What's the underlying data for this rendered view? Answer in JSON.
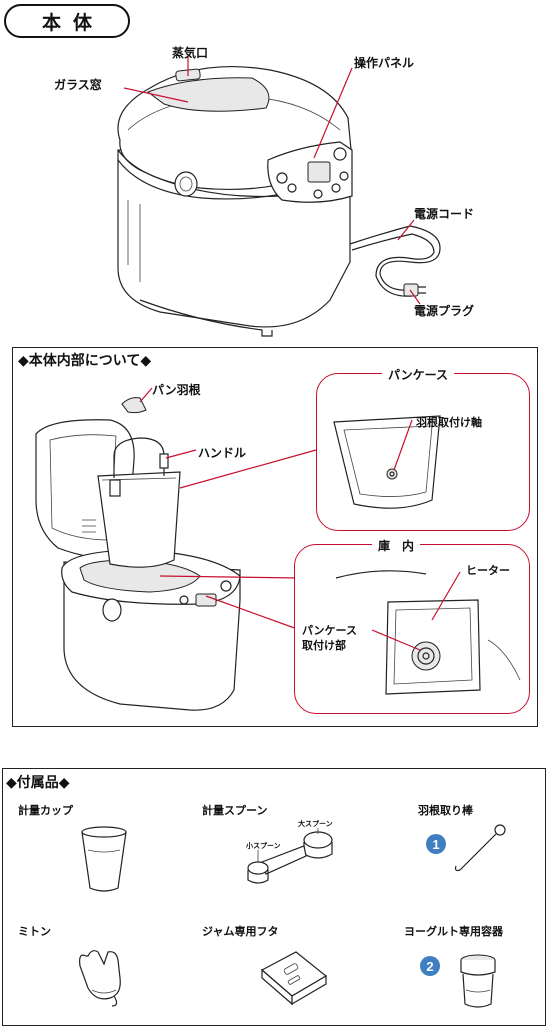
{
  "main": {
    "title": "本体",
    "labels": {
      "steam_vent": "蒸気口",
      "glass_window": "ガラス窓",
      "control_panel": "操作パネル",
      "power_cord": "電源コード",
      "power_plug": "電源プラグ"
    }
  },
  "interior": {
    "heading": "◆本体内部について◆",
    "blade": "パン羽根",
    "handle": "ハンドル",
    "pan_case_callout": {
      "title": "パンケース",
      "shaft": "羽根取付け軸"
    },
    "chamber_callout": {
      "title": "庫　内",
      "heater": "ヒーター",
      "mount_line1": "パンケース",
      "mount_line2": "取付け部"
    }
  },
  "accessories": {
    "heading": "◆付属品◆",
    "items": [
      {
        "name": "計量カップ"
      },
      {
        "name": "計量スプーン",
        "sub_large": "大スプーン",
        "sub_small": "小スプーン"
      },
      {
        "name": "羽根取り棒",
        "badge": "1"
      },
      {
        "name": "ミトン"
      },
      {
        "name": "ジャム専用フタ"
      },
      {
        "name": "ヨーグルト専用容器",
        "badge": "2"
      }
    ]
  },
  "colors": {
    "callout_red": "#c8102e",
    "badge_blue": "#3f7fc1"
  }
}
